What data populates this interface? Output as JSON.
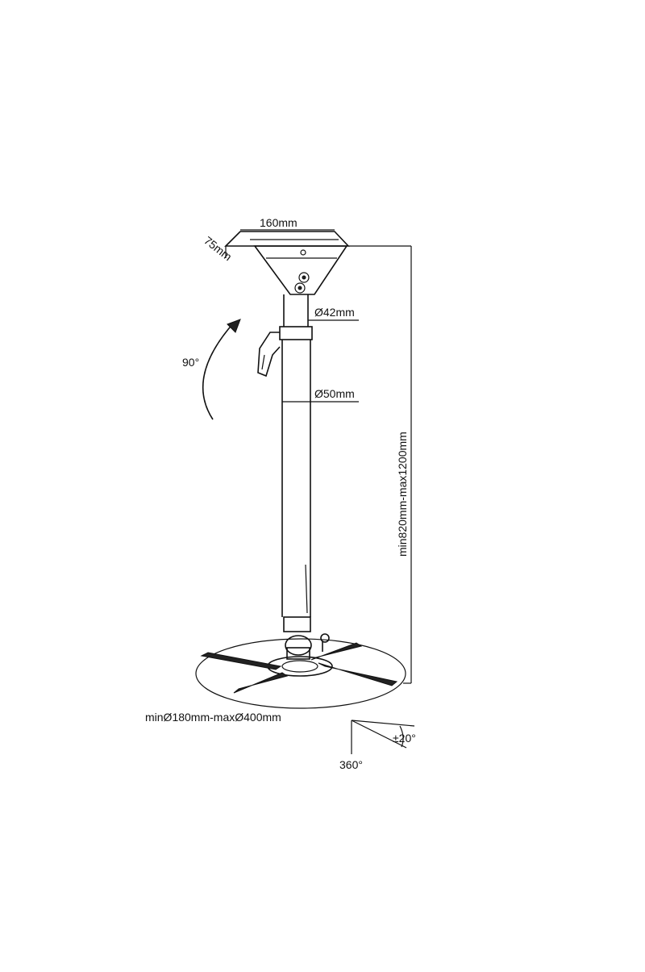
{
  "labels": {
    "plate_width": "160mm",
    "plate_depth": "75mm",
    "tilt_angle": "90°",
    "inner_tube": "Ø42mm",
    "outer_tube": "Ø50mm",
    "height_range": "min820mm-max1200mm",
    "arm_range": "minØ180mm-maxØ400mm",
    "rotation": "360°",
    "tilt_pm": "±20°"
  },
  "colors": {
    "line": "#111111",
    "background": "#ffffff"
  }
}
